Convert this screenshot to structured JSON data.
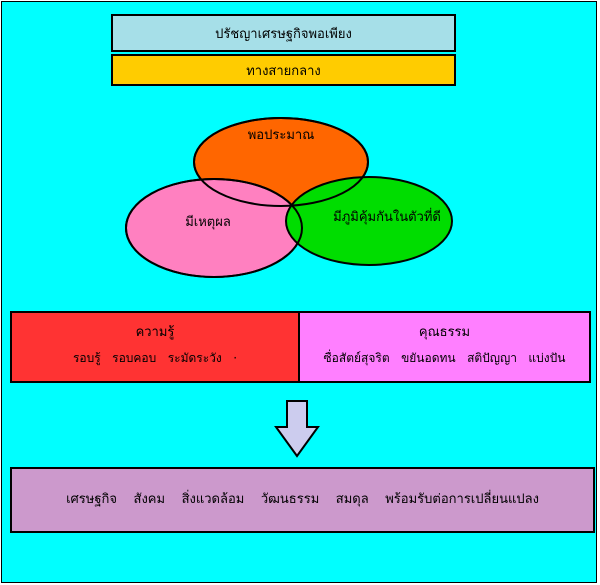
{
  "header": {
    "title": "ปรัชญาเศรษฐกิจพอเพียง",
    "middle_path": "ทางสายกลาง"
  },
  "venn": {
    "moderation": "พอประมาณ",
    "reasonableness": "มีเหตุผล",
    "immunity": "มีภูมิคุ้มกันในตัวที่ดี",
    "colors": {
      "moderation": "#ff6600",
      "reasonableness": "#ff80c0",
      "immunity": "#00dd00"
    }
  },
  "conditions": {
    "knowledge": {
      "heading": "ความรู้",
      "items": "รอบรู้   รอบคอบ   ระมัดระวัง   ·"
    },
    "virtue": {
      "heading": "คุณธรรม",
      "items": "ซื่อสัตย์สุจริต   ขยันอดทน   สติปัญญา   แบ่งปัน"
    }
  },
  "outcome": {
    "text": "เศรษฐกิจ    สังคม    สิ่งแวดล้อม    วัฒนธรรม    สมดุล    พร้อมรับต่อการเปลี่ยนแปลง"
  },
  "colors": {
    "background": "#00ffff",
    "title_box": "#a6dfe8",
    "middle_path_box": "#ffcc00",
    "knowledge_panel": "#ff3333",
    "virtue_panel": "#ff7fff",
    "arrow": "#ccccee",
    "outcome_box": "#cc99cc"
  }
}
